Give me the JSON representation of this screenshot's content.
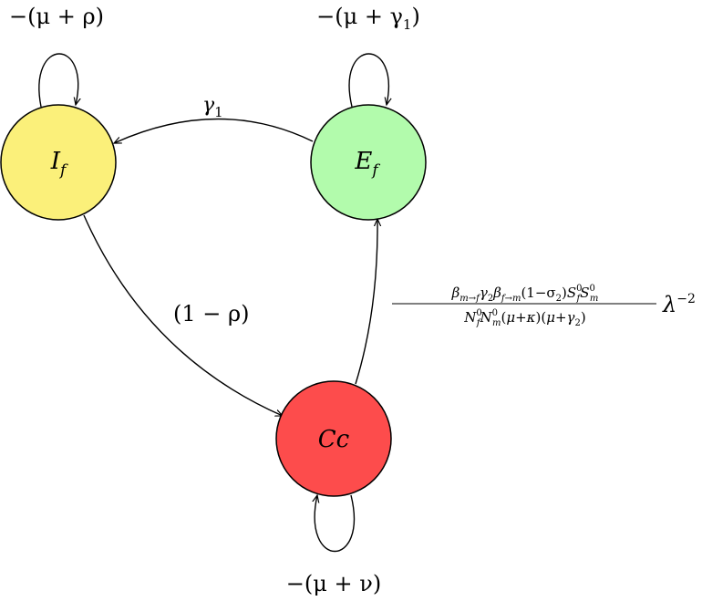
{
  "nodes": {
    "if": {
      "label": "I",
      "sub": "f",
      "color": "#fbf07a"
    },
    "ef": {
      "label": "E",
      "sub": "f",
      "color": "#b2fbac"
    },
    "cc": {
      "label": "Cc",
      "color": "#fd4c4c"
    }
  },
  "edges": {
    "loop_if": {
      "label": "−(μ + ρ)"
    },
    "loop_ef": {
      "label_main": "−(μ + γ",
      "label_sub": "1",
      "label_close": ")"
    },
    "loop_cc": {
      "label": "−(μ + ν)"
    },
    "ef_to_if": {
      "label": "γ",
      "label_sub": "1"
    },
    "if_to_cc": {
      "label": "(1 − ρ)"
    },
    "cc_to_ef": {
      "numerator": "βm→f γ2 βf→m (1−σ2) S0f S0m",
      "denominator": "N0f N0m (μ+κ) (μ+γ2)",
      "factor": "λ",
      "factor_exp": "−2"
    }
  }
}
